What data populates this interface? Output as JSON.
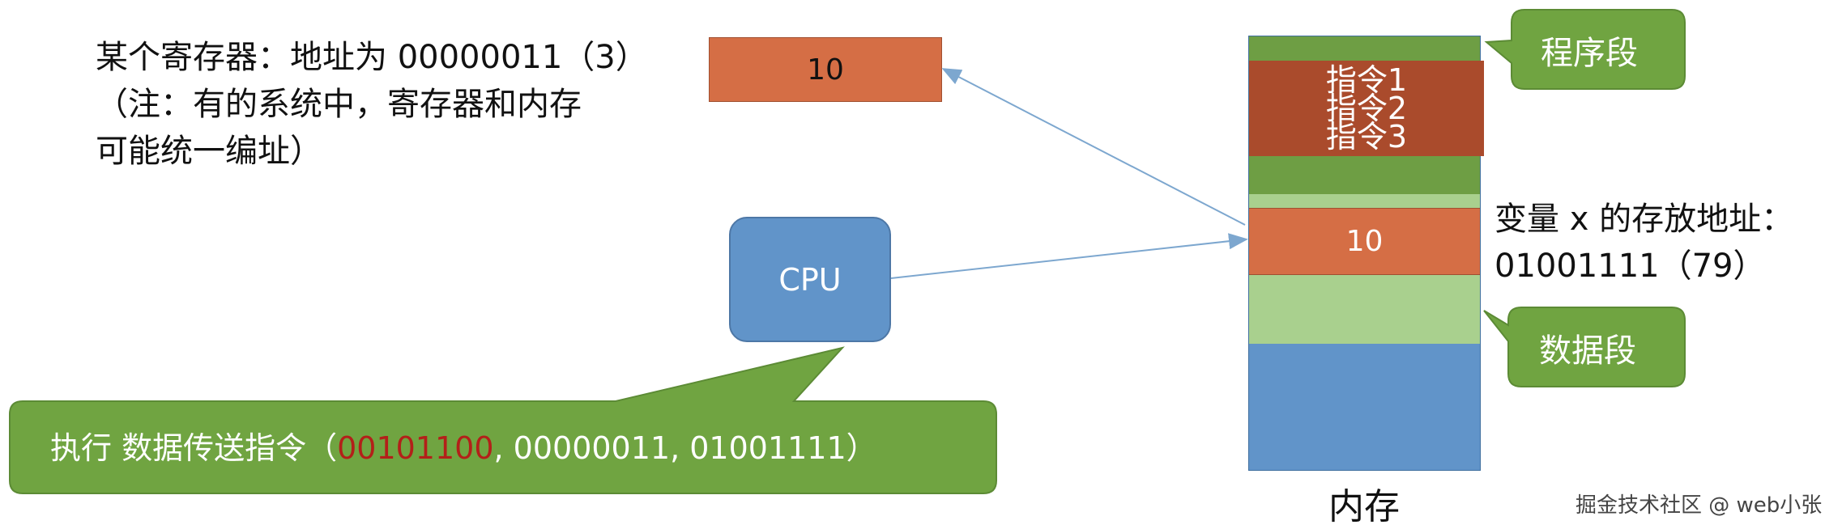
{
  "register": {
    "description_lines": [
      "某个寄存器：地址为 00000011（3）",
      "（注：有的系统中，寄存器和内存",
      "可能统一编址）"
    ],
    "value": "10"
  },
  "cpu": {
    "label": "CPU"
  },
  "memory": {
    "label": "内存",
    "instructions": [
      "指令1",
      "指令2",
      "指令3"
    ],
    "variable_value": "10"
  },
  "variable_address": {
    "lines": [
      "变量 x 的存放地址：",
      "01001111（79）"
    ]
  },
  "callouts": {
    "program_segment": "程序段",
    "data_segment": "数据段",
    "execute": {
      "prefix": "执行 数据传送指令（",
      "opcode": "00101100",
      "rest": ", 00000011, 01001111）"
    }
  },
  "watermark": "掘金技术社区 @ web小张",
  "colors": {
    "register_box": "#d56e45",
    "cpu": "#6194c9",
    "program_green": "#6e9e44",
    "instruction_brown": "#aa4b2c",
    "data_light_green": "#a9d08e",
    "memory_blue": "#6194c9",
    "callout_green": "#70a441",
    "opcode_red": "#b32019",
    "arrow": "#7da7cf"
  }
}
